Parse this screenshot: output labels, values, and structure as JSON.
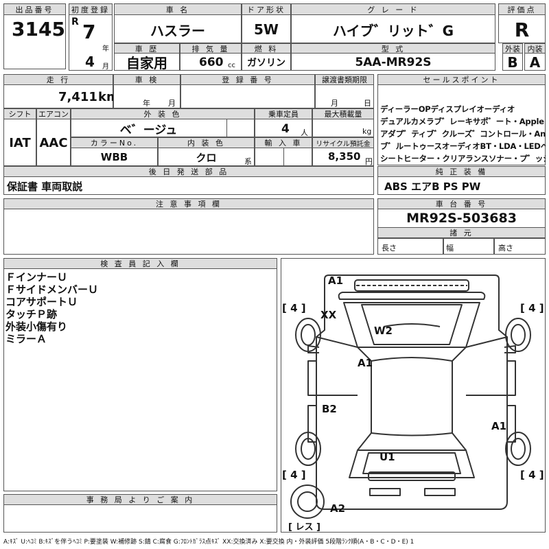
{
  "header": {
    "lot_no_label": "出品番号",
    "lot_no": "3145",
    "first_reg_label": "初度登録",
    "era": "R",
    "reg_year": "7",
    "year_unit": "年",
    "reg_month": "4",
    "month_unit": "月",
    "car_name_label": "車 名",
    "car_name": "ハスラー",
    "door_label": "ドア形状",
    "door": "5W",
    "grade_label": "グ レ ー ド",
    "grade": "ハイブ゛リット゛G",
    "score_label": "評価点",
    "score": "R",
    "history_label": "車 歴",
    "history": "自家用",
    "displacement_label": "排 気 量",
    "displacement": "660",
    "cc_unit": "cc",
    "fuel_label": "燃 料",
    "fuel": "ガソリン",
    "model_label": "型 式",
    "model": "5AA-MR92S",
    "ext_label": "外装",
    "ext_grade": "B",
    "int_label": "内装",
    "int_grade": "A"
  },
  "row2": {
    "mileage_label": "走 行",
    "mileage": "7,411",
    "km_unit": "km",
    "inspection_label": "車 検",
    "insp_year_unit": "年",
    "insp_month_unit": "月",
    "reg_no_label": "登 録 番 号",
    "transfer_label": "譲渡書類期限",
    "transfer_month_unit": "月",
    "transfer_day_unit": "日",
    "sales_points_label": "セールスポイント",
    "shift_label": "シフト",
    "shift": "IAT",
    "ac_label": "エアコン",
    "ac": "AAC",
    "ext_color_label": "外 装 色",
    "ext_color": "ベ゛ージュ",
    "capacity_label": "乗車定員",
    "capacity": "4",
    "capacity_unit": "人",
    "max_load_label": "最大積載量",
    "kg_unit": "kg",
    "color_no_label": "カラーNo.",
    "color_no": "WBB",
    "int_color_label": "内 装 色",
    "int_color": "クロ",
    "int_color_unit": "系",
    "import_label": "輸 入 車",
    "recycle_label": "リサイクル預託金",
    "recycle": "8,350",
    "yen_unit": "円"
  },
  "sales_points": [
    "ディーラーOPディスプレイオーディオ",
    "デュアルカメラブ゛レーキサポ゛ート・Apple CAR P",
    "アダプ゛ティブ゛クルーズ゛コントロール・Android",
    "ブ゛ルートゥースオーディオBT・LDA・LEDヘッド゛オー",
    "シートヒーター・クリアランスソナー・プ゛ッシュスタート"
  ],
  "parts": {
    "label": "後 日 発 送 部 品",
    "value": "保証書 車両取説"
  },
  "equipment": {
    "label": "純 正 装 備",
    "value": "ABS エアB PS PW"
  },
  "notes": {
    "label": "注 意 事 項 欄"
  },
  "chassis": {
    "label": "車 台 番 号",
    "value": "MR92S-503683",
    "dims_label": "諸 元",
    "length_label": "長さ",
    "width_label": "幅",
    "height_label": "高さ"
  },
  "inspector": {
    "label": "検 査 員 記 入 欄",
    "lines": [
      "ＦインナーＵ",
      "ＦサイドメンバーＵ",
      "コアサポートＵ",
      "タッチＰ跡",
      "外装小傷有り",
      "ミラーＡ"
    ]
  },
  "office": {
    "label": "事 務 局 よ り ご 案 内"
  },
  "diagram": {
    "tires": [
      "[ 4 ]",
      "[ 4 ]",
      "[ 4 ]",
      "[ 4 ]"
    ],
    "spare": "[ レス ]",
    "marks": [
      "A1",
      "XX",
      "W2",
      "A1",
      "B2",
      "A1",
      "U1",
      "A2"
    ]
  },
  "legend": "A:ｷｽﾞ U:ﾍｺﾐ B:ｷｽﾞを伴うﾍｺﾐ P:要塗装 W:補修跡 S:錆 C:腐食 G:ﾌﾛﾝﾄｶﾞﾗｽ点ｷｽﾞ XX:交換済み X:要交換 内・外装評価 5段階ﾗﾝｸ順(A・B・C・D・E) 1"
}
